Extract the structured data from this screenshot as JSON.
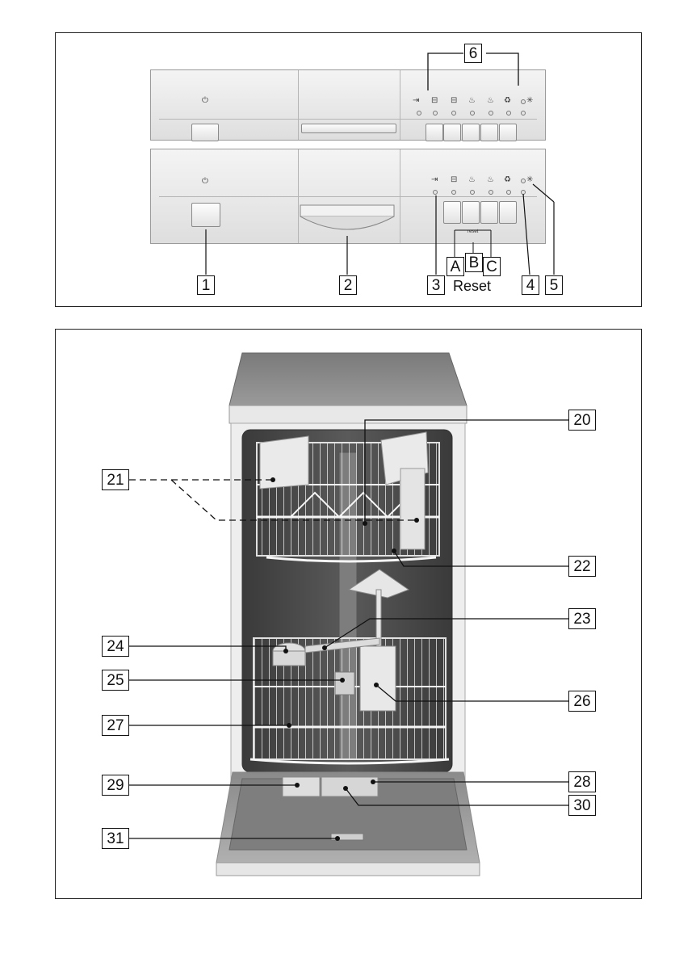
{
  "control_panel": {
    "group_label": "6",
    "reset_small": "reset",
    "reset_label": "Reset",
    "reset_letters": [
      "A",
      "B",
      "C"
    ],
    "callouts": [
      "1",
      "2",
      "3",
      "4",
      "5"
    ]
  },
  "dishwasher": {
    "callouts": [
      "20",
      "21",
      "22",
      "23",
      "24",
      "25",
      "26",
      "27",
      "28",
      "29",
      "30",
      "31"
    ]
  }
}
